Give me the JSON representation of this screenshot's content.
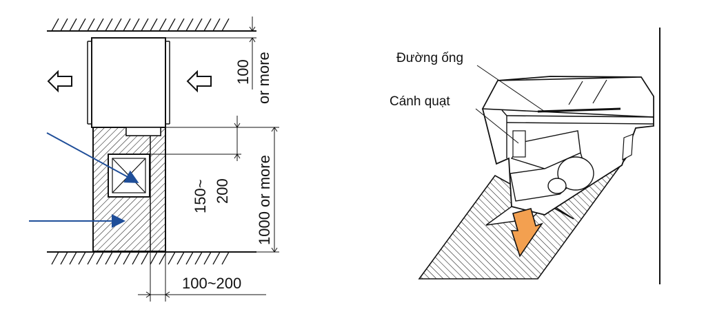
{
  "left_diagram": {
    "dimensions": {
      "top_clearance": "100",
      "top_clearance_suffix": "or more",
      "grille_distance": "150~",
      "grille_distance_2": "200",
      "front_clearance": "1000 or more",
      "side_offset": "100~200"
    },
    "colors": {
      "pointer_arrow": "#1f4e99",
      "line": "#111111"
    }
  },
  "right_diagram": {
    "labels": {
      "pipe": "Đường ống",
      "fan_blade": "Cánh quạt"
    },
    "colors": {
      "airflow_arrow": "#f3a050",
      "line": "#111111"
    }
  }
}
